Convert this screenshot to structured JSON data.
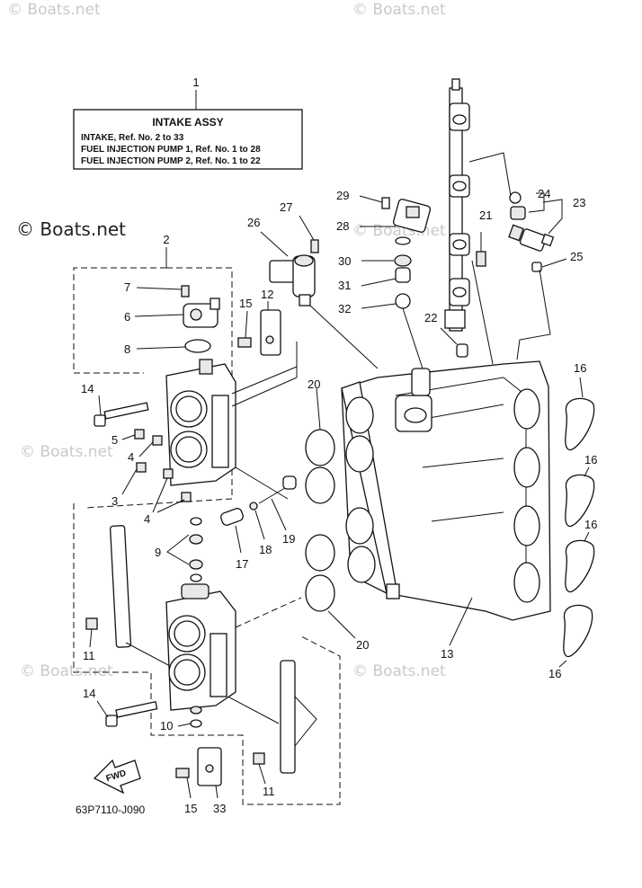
{
  "watermarks": {
    "brand": "© Boats.net",
    "brand_short": "Boats.net"
  },
  "info_box": {
    "title": "INTAKE ASSY",
    "lines": [
      "INTAKE,  Ref. No. 2 to 33",
      "FUEL INJECTION PUMP 1,  Ref. No. 1 to 28",
      "FUEL INJECTION PUMP 2,  Ref. No. 1 to 22"
    ]
  },
  "drawing_code": "63P7110-J090",
  "fwd_label": "FWD",
  "callouts": {
    "c1": "1",
    "c2": "2",
    "c3": "3",
    "c4a": "4",
    "c4b": "4",
    "c5": "5",
    "c6": "6",
    "c7": "7",
    "c8": "8",
    "c9": "9",
    "c10": "10",
    "c11a": "11",
    "c11b": "11",
    "c12": "12",
    "c13": "13",
    "c14a": "14",
    "c14b": "14",
    "c15a": "15",
    "c15b": "15",
    "c16a": "16",
    "c16b": "16",
    "c16c": "16",
    "c16d": "16",
    "c17": "17",
    "c18": "18",
    "c19": "19",
    "c20a": "20",
    "c20b": "20",
    "c21": "21",
    "c22": "22",
    "c23": "23",
    "c24": "24",
    "c25": "25",
    "c26": "26",
    "c27": "27",
    "c28": "28",
    "c29": "29",
    "c30": "30",
    "c31": "31",
    "c32": "32",
    "c33": "33"
  }
}
